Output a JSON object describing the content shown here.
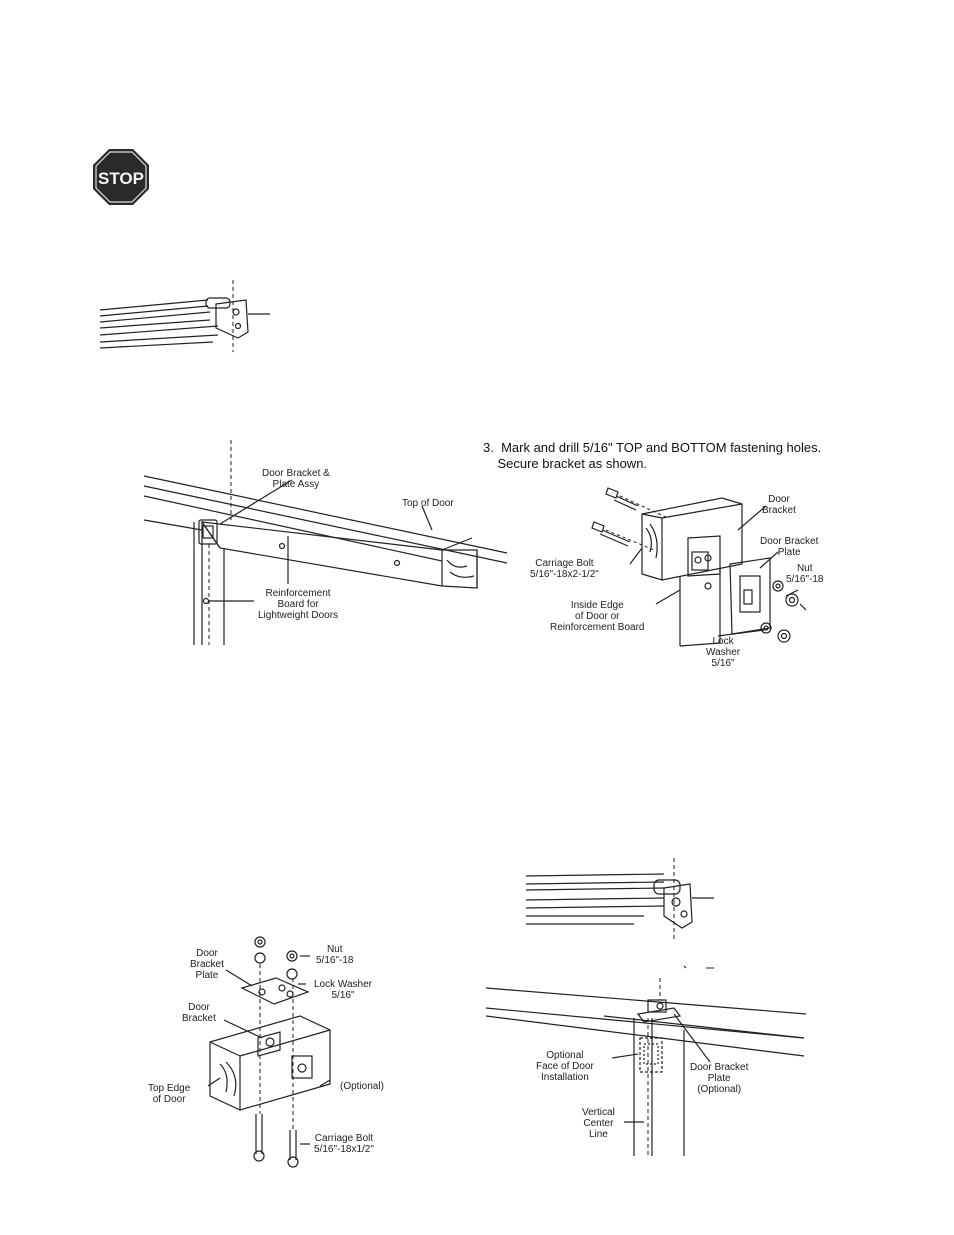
{
  "stop_sign": {
    "text": "STOP",
    "icon": "stop-sign-icon",
    "color": "#222222"
  },
  "step3": {
    "number": "3.",
    "line1": "Mark and drill 5/16\" TOP and BOTTOM fastening holes.",
    "line2": "Secure bracket as shown."
  },
  "figure_top_left": {
    "door_bracket_plate_assy": "Door Bracket &\nPlate Assy",
    "top_of_door": "Top of Door",
    "reinforcement_board": "Reinforcement\nBoard for\nLightweight Doors"
  },
  "figure_top_right": {
    "door_bracket": "Door\nBracket",
    "door_bracket_plate": "Door Bracket\nPlate",
    "nut": "Nut\n5/16\"-18",
    "carriage_bolt": "Carriage Bolt\n5/16\"-18x2-1/2\"",
    "inside_edge": "Inside Edge\nof Door or\nReinforcement Board",
    "lock_washer": "Lock\nWasher\n5/16\""
  },
  "figure_bottom_left": {
    "door_bracket_plate": "Door\nBracket\nPlate",
    "nut": "Nut\n5/16\"-18",
    "lock_washer": "Lock Washer\n5/16\"",
    "door_bracket": "Door\nBracket",
    "top_edge_of_door": "Top Edge\nof Door",
    "optional": "(Optional)",
    "carriage_bolt": "Carriage Bolt\n5/16\"-18x1/2\""
  },
  "figure_bottom_right": {
    "optional_face": "Optional\nFace of Door\nInstallation",
    "door_bracket_plate_optional": "Door Bracket\nPlate\n(Optional)",
    "vertical_center_line": "Vertical\nCenter\nLine"
  }
}
